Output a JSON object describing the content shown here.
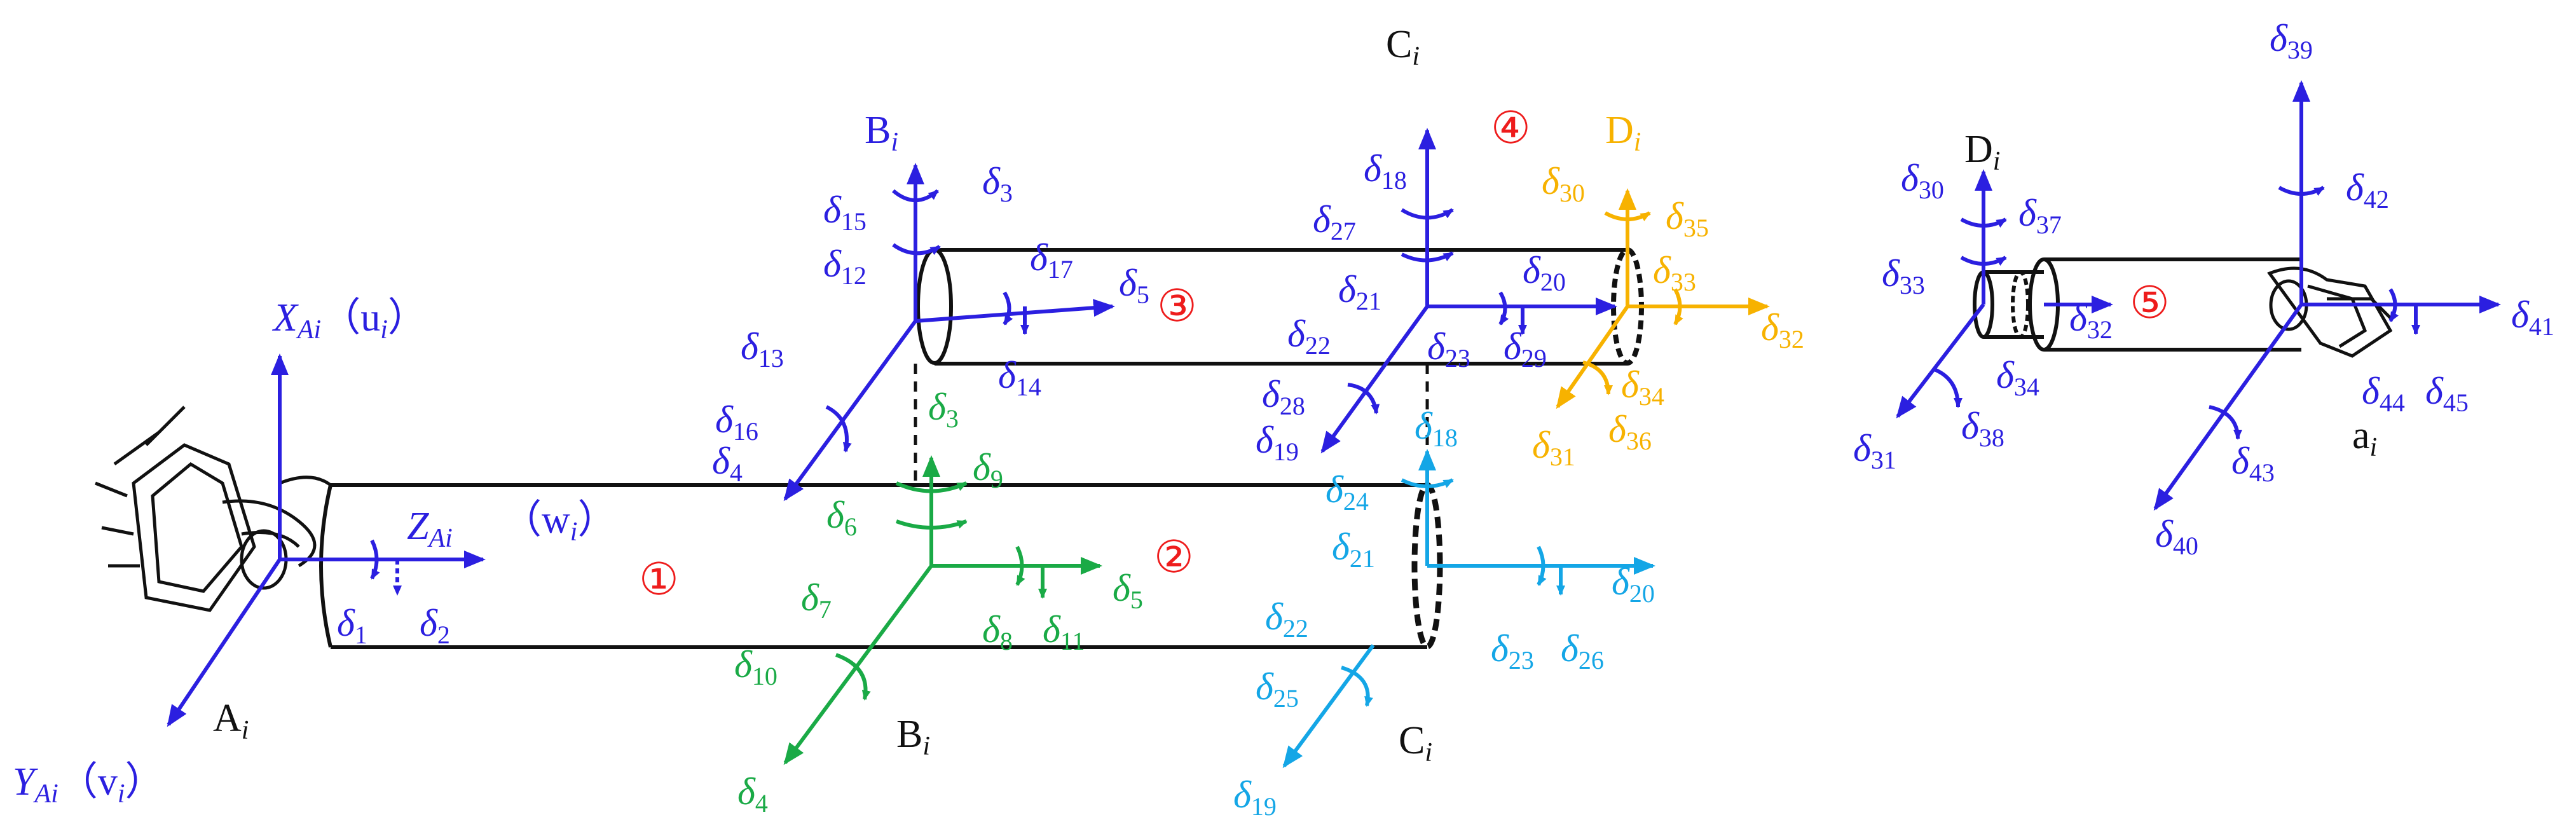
{
  "colors": {
    "blue": "#2b1fe0",
    "green": "#1aaa46",
    "cyan": "#14a6e6",
    "orange": "#f7b200",
    "red": "#ee1c1c",
    "black": "#111111"
  },
  "segments": [
    "①",
    "②",
    "③",
    "④",
    "⑤"
  ],
  "points": {
    "A": {
      "base": "A",
      "sub": "i"
    },
    "B_lower": {
      "base": "B",
      "sub": "i"
    },
    "B_upper": {
      "base": "B",
      "sub": "i"
    },
    "C_lower": {
      "base": "C",
      "sub": "i"
    },
    "C_upper": {
      "base": "C",
      "sub": "i"
    },
    "D_upper": {
      "base": "D",
      "sub": "i"
    },
    "D_right": {
      "base": "D",
      "sub": "i"
    },
    "a_right": {
      "base": "a",
      "sub": "i"
    }
  },
  "axes": {
    "X": {
      "base": "X",
      "sub": "Ai",
      "paren": "（u",
      "paren_sub": "i",
      "close": "）"
    },
    "Y": {
      "base": "Y",
      "sub": "Ai",
      "paren": "（v",
      "paren_sub": "i",
      "close": "）"
    },
    "Z": {
      "base": "Z",
      "sub": "Ai",
      "paren": "（w",
      "paren_sub": "i",
      "close": "）"
    }
  },
  "deltas": {
    "d1": "1",
    "d2": "2",
    "d3": "3",
    "d4": "4",
    "d5": "5",
    "d6": "6",
    "d7": "7",
    "d8": "8",
    "d9": "9",
    "d10": "10",
    "d11": "11",
    "d12": "12",
    "d13": "13",
    "d14": "14",
    "d15": "15",
    "d16": "16",
    "d17": "17",
    "d18": "18",
    "d19": "19",
    "d20": "20",
    "d21": "21",
    "d22": "22",
    "d23": "23",
    "d24": "24",
    "d25": "25",
    "d26": "26",
    "d27": "27",
    "d28": "28",
    "d29": "29",
    "d30": "30",
    "d31": "31",
    "d32": "32",
    "d33": "33",
    "d34": "34",
    "d35": "35",
    "d36": "36",
    "d37": "37",
    "d38": "38",
    "d39": "39",
    "d40": "40",
    "d41": "41",
    "d42": "42",
    "d43": "43",
    "d44": "44",
    "d45": "45"
  },
  "delta_symbol": "δ"
}
